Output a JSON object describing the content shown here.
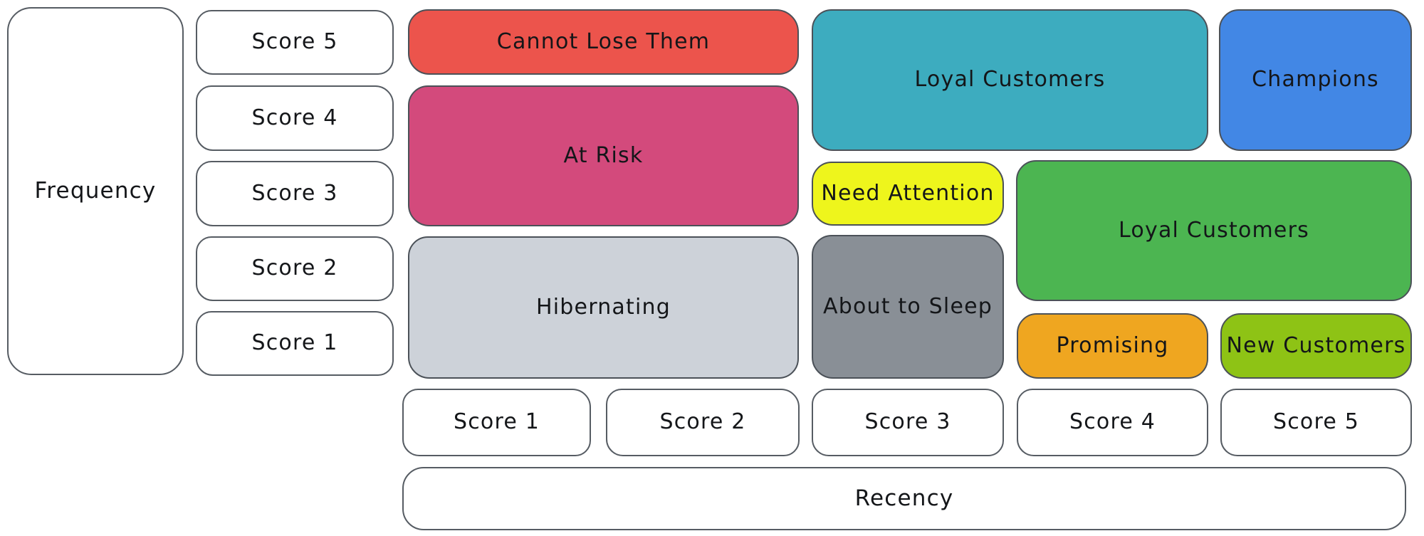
{
  "diagram": {
    "type": "rfm-segmentation-grid",
    "axes": {
      "frequency": {
        "label": "Frequency",
        "scores": [
          "Score 5",
          "Score 4",
          "Score 3",
          "Score 2",
          "Score 1"
        ]
      },
      "recency": {
        "label": "Recency",
        "scores": [
          "Score 1",
          "Score 2",
          "Score 3",
          "Score 4",
          "Score 5"
        ]
      }
    },
    "segments": [
      {
        "label": "Cannot Lose Them",
        "color": "#ec544c"
      },
      {
        "label": "At Risk",
        "color": "#d34a7c"
      },
      {
        "label": "Hibernating",
        "color": "#cdd2d9"
      },
      {
        "label": "Loyal Customers",
        "color": "#3dacbf"
      },
      {
        "label": "Champions",
        "color": "#4287e5"
      },
      {
        "label": "Need Attention",
        "color": "#eef51c"
      },
      {
        "label": "Loyal Customers",
        "color": "#4cb551"
      },
      {
        "label": "About to Sleep",
        "color": "#898f96"
      },
      {
        "label": "Promising",
        "color": "#efa620"
      },
      {
        "label": "New Customers",
        "color": "#8ec315"
      }
    ],
    "style": {
      "stroke": "#4b5158",
      "text": "#141619",
      "background": "#ffffff"
    }
  }
}
